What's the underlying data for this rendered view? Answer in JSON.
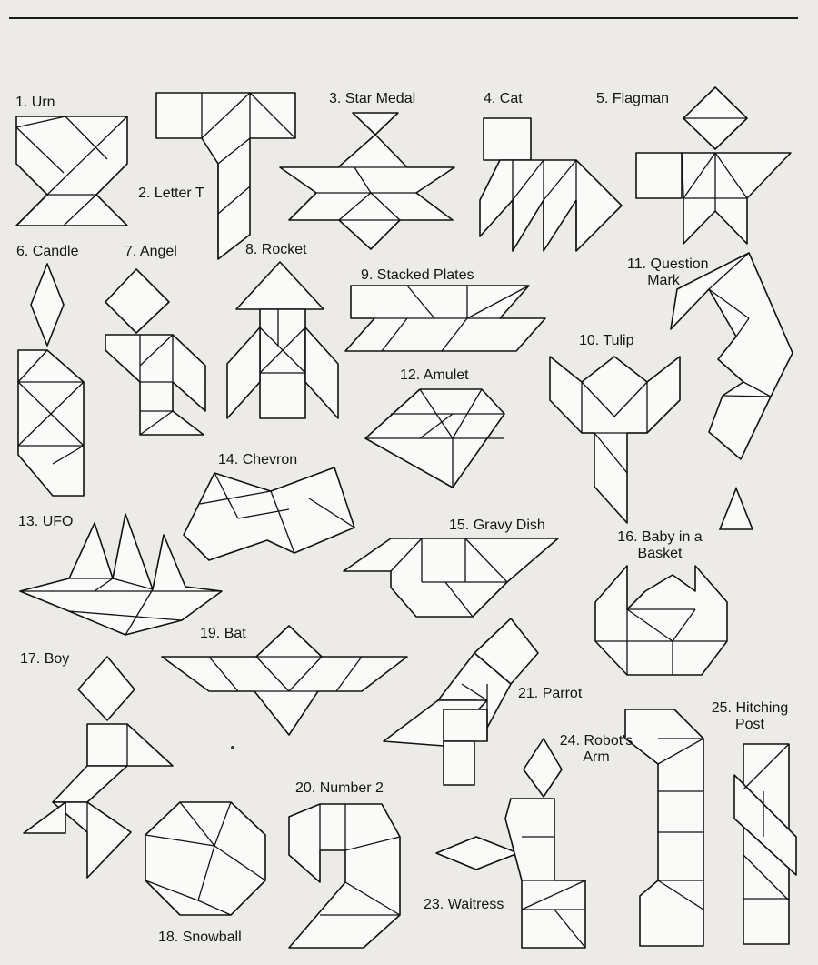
{
  "puzzles": [
    {
      "id": 1,
      "label": "1. Urn"
    },
    {
      "id": 2,
      "label": "2. Letter T"
    },
    {
      "id": 3,
      "label": "3. Star Medal"
    },
    {
      "id": 4,
      "label": "4. Cat"
    },
    {
      "id": 5,
      "label": "5. Flagman"
    },
    {
      "id": 6,
      "label": "6. Candle"
    },
    {
      "id": 7,
      "label": "7. Angel"
    },
    {
      "id": 8,
      "label": "8. Rocket"
    },
    {
      "id": 9,
      "label": "9. Stacked Plates"
    },
    {
      "id": 10,
      "label": "10. Tulip"
    },
    {
      "id": 11,
      "label": "11. Question",
      "label2": "Mark"
    },
    {
      "id": 12,
      "label": "12. Amulet"
    },
    {
      "id": 13,
      "label": "13. UFO"
    },
    {
      "id": 14,
      "label": "14. Chevron"
    },
    {
      "id": 15,
      "label": "15. Gravy Dish"
    },
    {
      "id": 16,
      "label": "16. Baby in a",
      "label2": "Basket"
    },
    {
      "id": 17,
      "label": "17. Boy"
    },
    {
      "id": 18,
      "label": "18. Snowball"
    },
    {
      "id": 19,
      "label": "19. Bat"
    },
    {
      "id": 20,
      "label": "20. Number 2"
    },
    {
      "id": 21,
      "label": "21. Parrot"
    },
    {
      "id": 23,
      "label": "23. Waitress"
    },
    {
      "id": 24,
      "label": "24. Robot's",
      "label2": "Arm"
    },
    {
      "id": 25,
      "label": "25. Hitching",
      "label2": "Post"
    }
  ]
}
